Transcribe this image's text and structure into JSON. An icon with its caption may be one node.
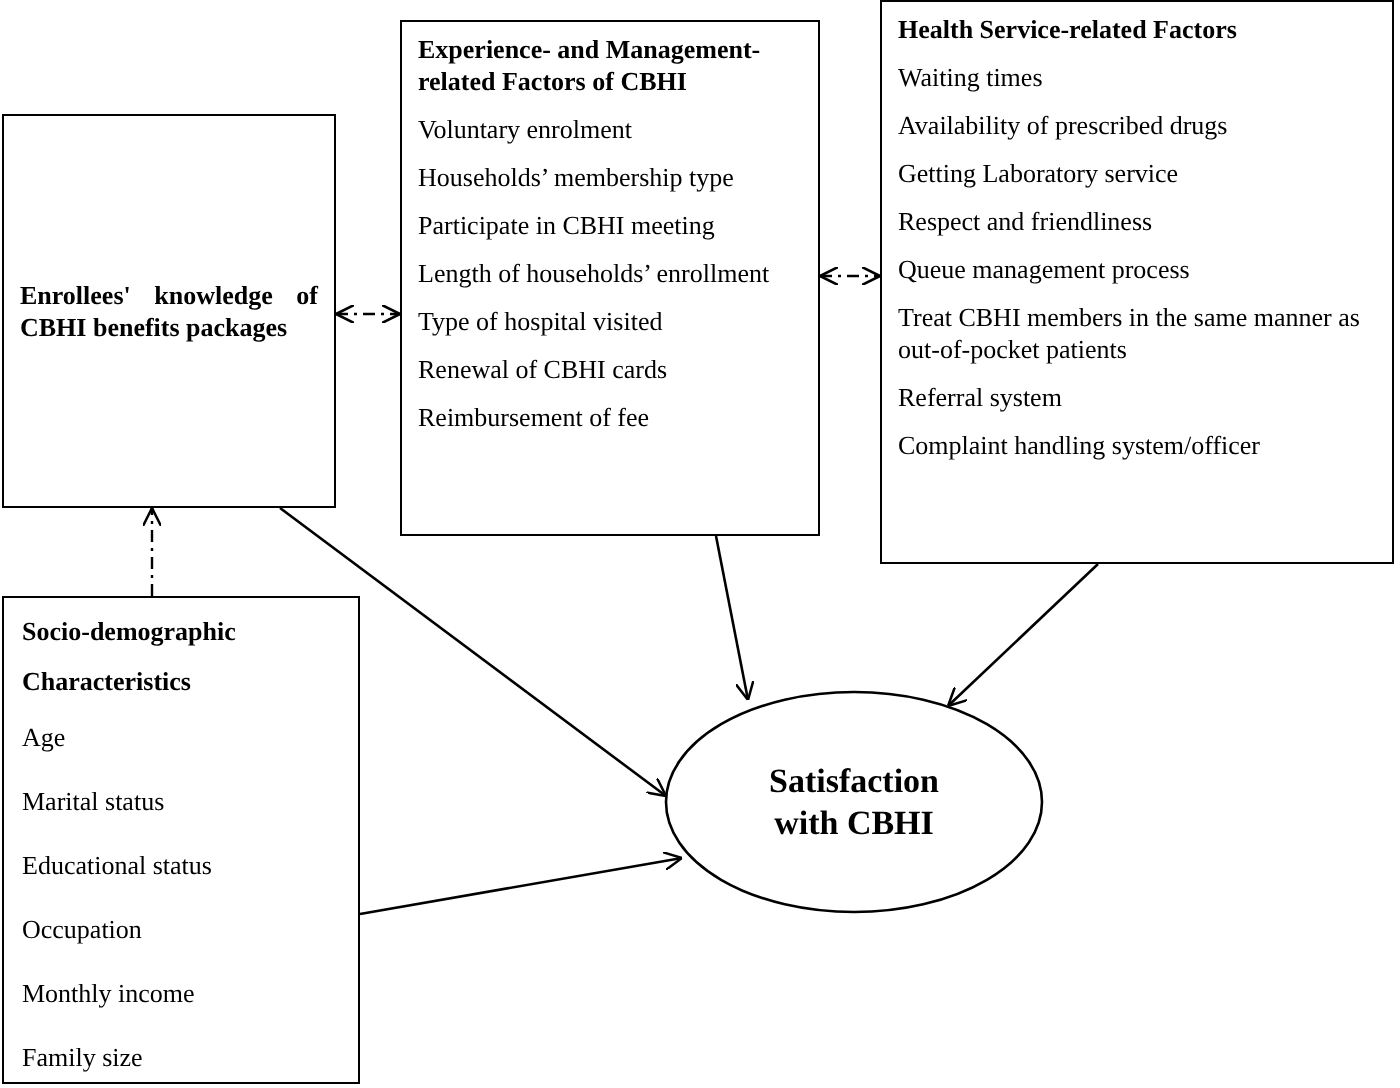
{
  "diagram": {
    "nodes": [
      {
        "text": [
          "Enrollees' knowledge of CBHI benefits packages"
        ]
      },
      {
        "text": [
          "Experience- and Management-related Factors of CBHI",
          "Voluntary enrolment",
          "Households’ membership type",
          "Participate in CBHI meeting",
          "Length of households’ enrollment",
          "Type of hospital visited",
          "Renewal of CBHI cards",
          "Reimbursement of fee"
        ]
      },
      {
        "text": [
          "Health Service-related Factors",
          "Waiting times",
          "Availability of prescribed drugs",
          "Getting Laboratory service",
          "Respect and friendliness",
          "Queue management process",
          "Treat CBHI members in the same manner as out-of-pocket patients",
          "Referral system",
          "Complaint handling system/officer"
        ]
      },
      {
        "text": [
          "Socio-demographic Characteristics",
          "Age",
          "Marital status",
          "Educational status",
          "Occupation",
          "Monthly income",
          "Family size"
        ]
      },
      {
        "text": [
          "Satisfaction with CBHI"
        ]
      }
    ],
    "edges": [
      {
        "from": 0,
        "to": 1,
        "arrow": "both",
        "style": "dashed"
      },
      {
        "from": 1,
        "to": 2,
        "arrow": "both",
        "style": "dashed"
      },
      {
        "from": 3,
        "to": 0,
        "arrow": "to",
        "style": "dashed"
      },
      {
        "from": 0,
        "to": 4,
        "arrow": "to"
      },
      {
        "from": 3,
        "to": 4,
        "arrow": "to"
      },
      {
        "from": 1,
        "to": 4,
        "arrow": "to"
      },
      {
        "from": 2,
        "to": 4,
        "arrow": "to"
      }
    ]
  }
}
